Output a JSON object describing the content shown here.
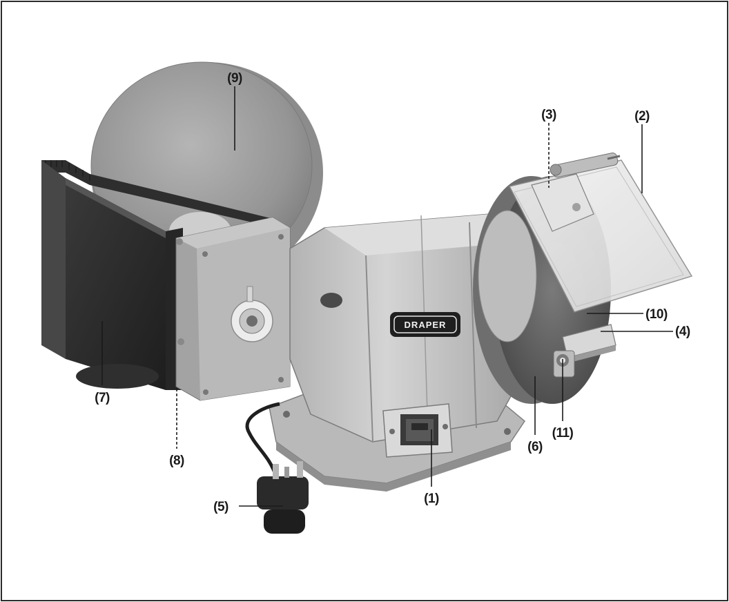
{
  "figure": {
    "brand_label": "DRAPER",
    "colors": {
      "frame": "#2b2b2b",
      "body_light": "#c9c9c9",
      "body_mid": "#a9a9a9",
      "body_dark": "#6f6f6f",
      "wheel_stone": "#9a9a9a",
      "tray_dark": "#2a2a2a",
      "text": "#1a1a1a"
    },
    "callouts": {
      "c1": "(1)",
      "c2": "(2)",
      "c3": "(3)",
      "c4": "(4)",
      "c5": "(5)",
      "c6": "(6)",
      "c7": "(7)",
      "c8": "(8)",
      "c9": "(9)",
      "c10": "(10)",
      "c11": "(11)"
    }
  }
}
